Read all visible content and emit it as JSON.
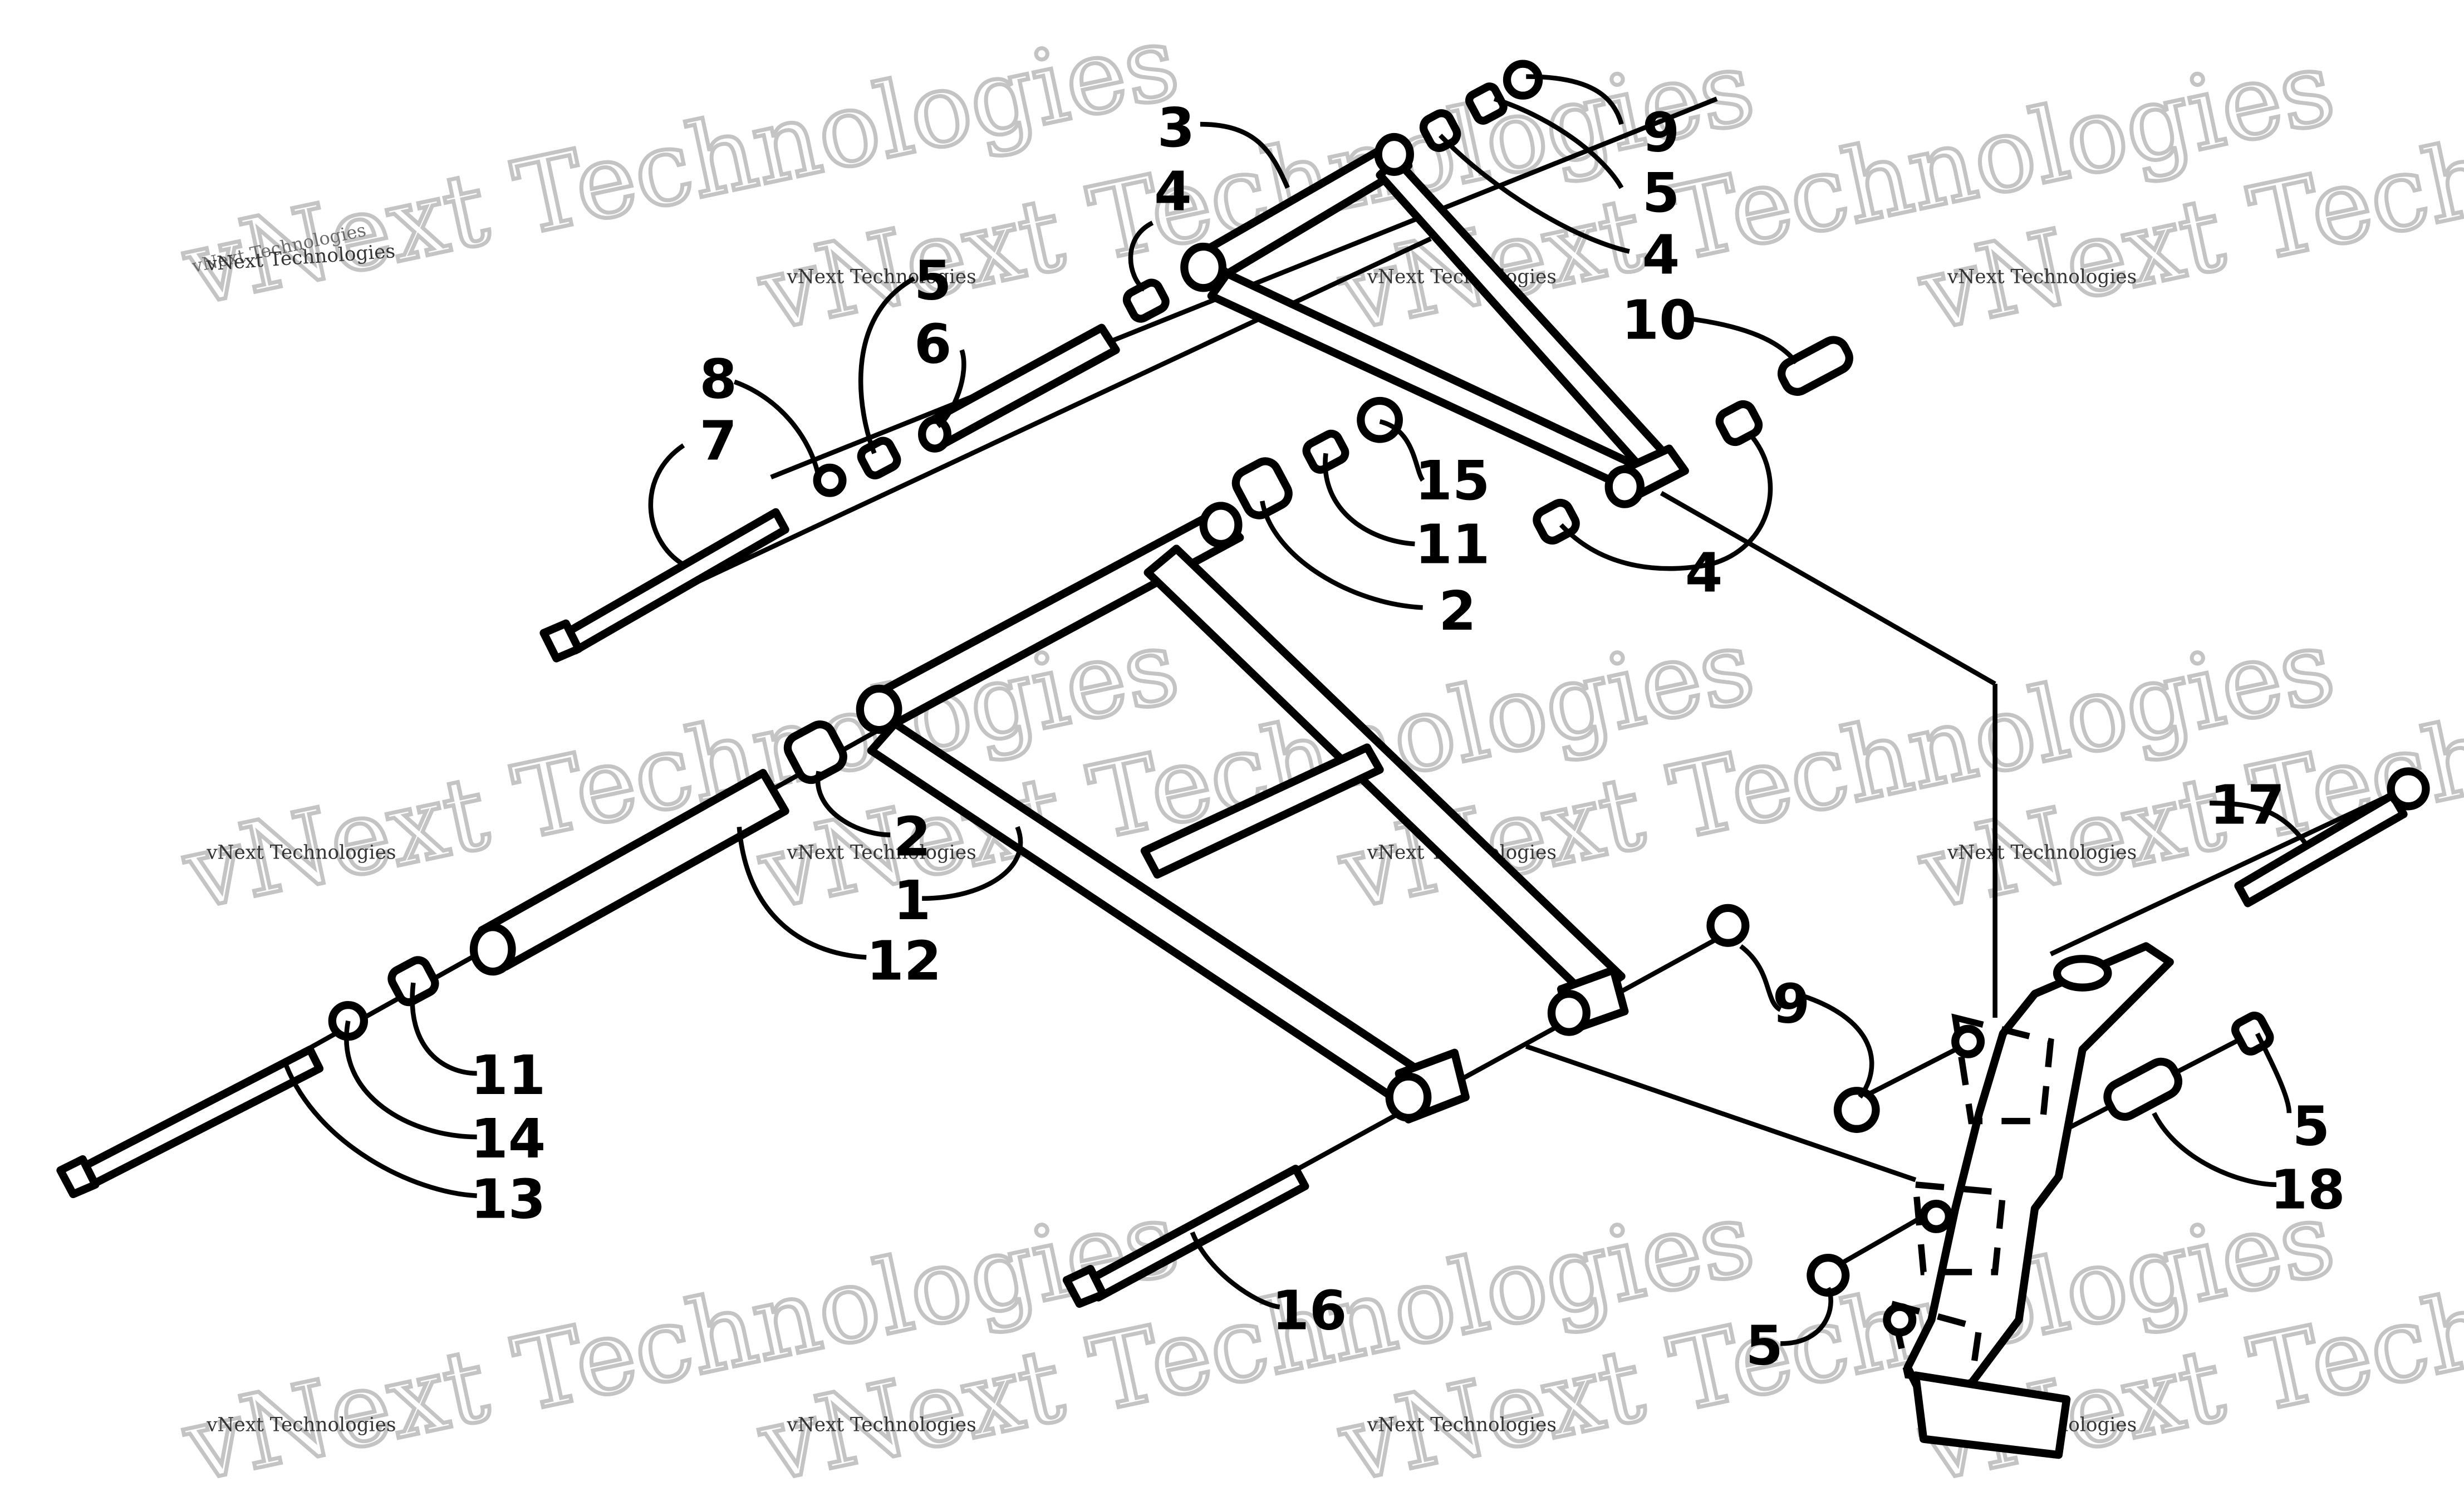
{
  "callouts": [
    {
      "id": "c3",
      "label": "3"
    },
    {
      "id": "c9a",
      "label": "9"
    },
    {
      "id": "c5a",
      "label": "5"
    },
    {
      "id": "c4a",
      "label": "4"
    },
    {
      "id": "c4b",
      "label": "4"
    },
    {
      "id": "c10",
      "label": "10"
    },
    {
      "id": "c5b",
      "label": "5"
    },
    {
      "id": "c6",
      "label": "6"
    },
    {
      "id": "c8",
      "label": "8"
    },
    {
      "id": "c7",
      "label": "7"
    },
    {
      "id": "c15",
      "label": "15"
    },
    {
      "id": "c11a",
      "label": "11"
    },
    {
      "id": "c4c",
      "label": "4"
    },
    {
      "id": "c2a",
      "label": "2"
    },
    {
      "id": "c2b",
      "label": "2"
    },
    {
      "id": "c1",
      "label": "1"
    },
    {
      "id": "c12",
      "label": "12"
    },
    {
      "id": "c17",
      "label": "17"
    },
    {
      "id": "c9b",
      "label": "9"
    },
    {
      "id": "c11b",
      "label": "11"
    },
    {
      "id": "c14",
      "label": "14"
    },
    {
      "id": "c13",
      "label": "13"
    },
    {
      "id": "c5c",
      "label": "5"
    },
    {
      "id": "c18",
      "label": "18"
    },
    {
      "id": "c16",
      "label": "16"
    },
    {
      "id": "c5d",
      "label": "5"
    }
  ],
  "watermark": {
    "small": "vNext Technologies",
    "large": "vNext Technologies"
  }
}
